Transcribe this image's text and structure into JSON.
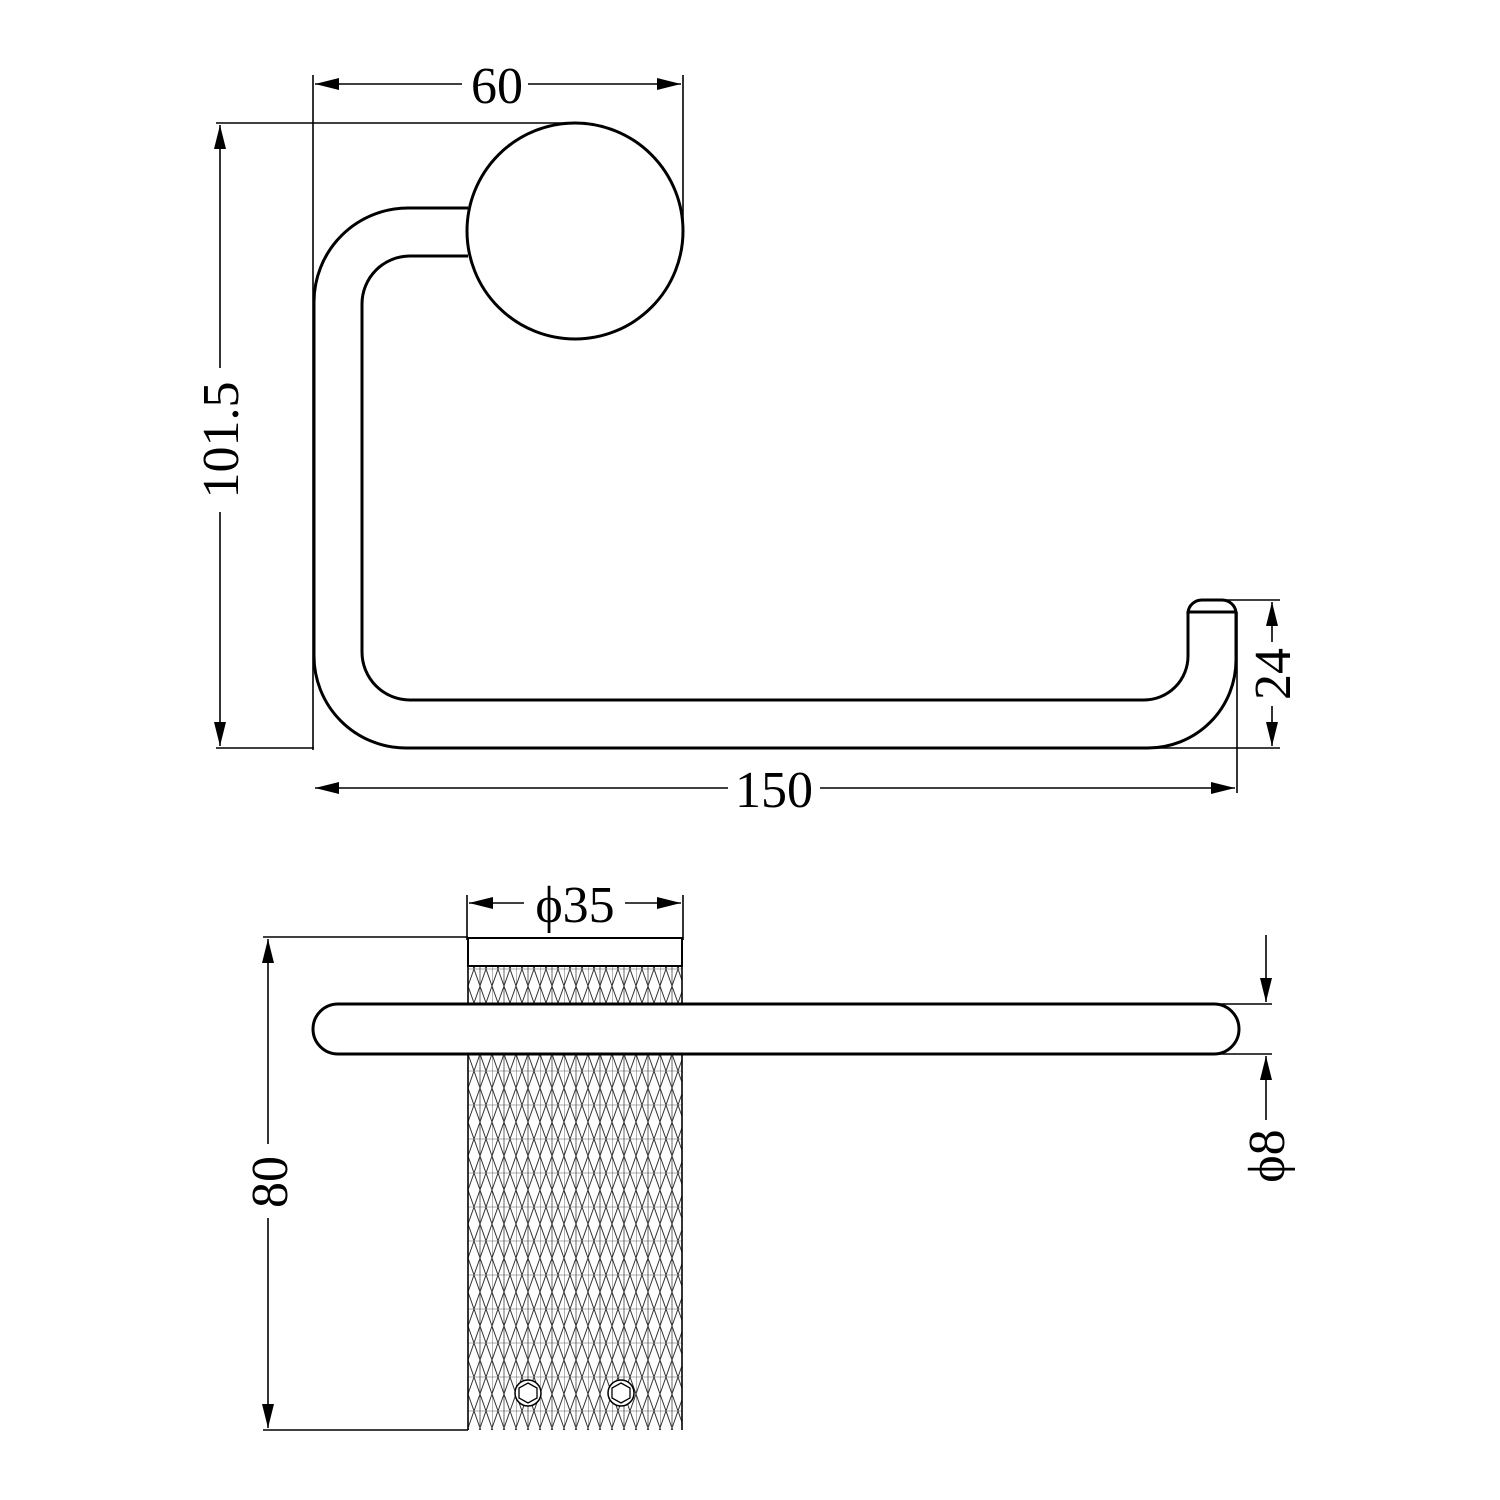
{
  "drawing": {
    "title": "Toilet roll holder technical drawing",
    "colors": {
      "line": "#000000",
      "background": "#ffffff",
      "knurl": "#333333"
    },
    "top_view": {
      "dimensions": {
        "width_top": "60",
        "height": "101.5",
        "tail_height": "24",
        "overall_width": "150"
      }
    },
    "side_view": {
      "dimensions": {
        "base_diameter": "ϕ35",
        "depth": "80",
        "rod_diameter": "ϕ8"
      },
      "screws": [
        "hex-screw-left",
        "hex-screw-right"
      ]
    }
  }
}
